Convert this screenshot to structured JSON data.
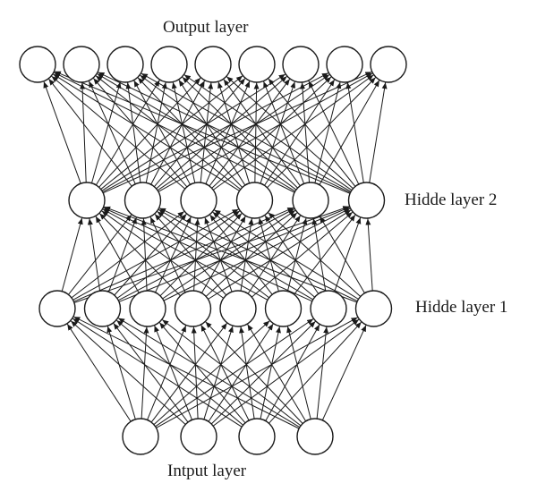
{
  "diagram": {
    "type": "fully-connected neural network",
    "edge_color": "#1a1a1a",
    "node_stroke": "#1a1a1a",
    "node_fill": "#ffffff",
    "layers": [
      {
        "id": "input",
        "label": "Intput layer",
        "node_count": 4
      },
      {
        "id": "hidden1",
        "label": "Hidde layer 1",
        "node_count": 8
      },
      {
        "id": "hidden2",
        "label": "Hidde layer 2",
        "node_count": 6
      },
      {
        "id": "output",
        "label": "Output layer",
        "node_count": 9
      }
    ],
    "connections": [
      {
        "from": "input",
        "to": "hidden1",
        "pattern": "all-to-all",
        "arrow": "toward upper layer"
      },
      {
        "from": "hidden1",
        "to": "hidden2",
        "pattern": "all-to-all",
        "arrow": "toward upper layer"
      },
      {
        "from": "hidden2",
        "to": "output",
        "pattern": "all-to-all",
        "arrow": "toward upper layer"
      }
    ]
  }
}
